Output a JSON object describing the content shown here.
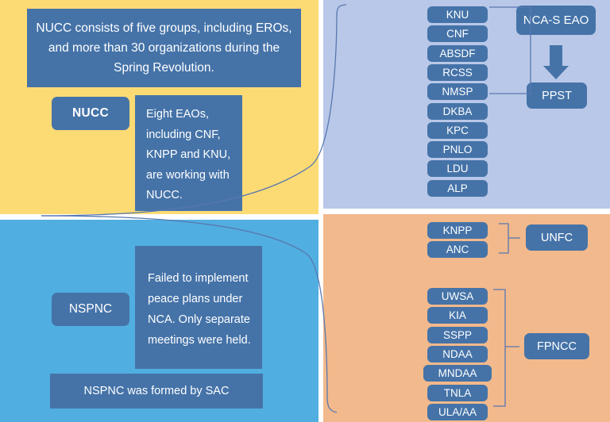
{
  "diagram": {
    "title_text_absent": "",
    "colors": {
      "box_blue": "#4573a8",
      "panel_yellow": "#fcdb75",
      "panel_light_blue": "#b9c8e8",
      "panel_blue": "#51aee0",
      "panel_orange": "#f2b98c",
      "connector_line": "#5878b0",
      "text_white": "#ffffff"
    },
    "panels": {
      "top_left": {
        "statement": "NUCC consists of five groups, including EROs, and more than 30 organizations during the Spring Revolution.",
        "label": "NUCC",
        "note": "Eight EAOs, including CNF, KNPP and KNU, are working with NUCC."
      },
      "bottom_left": {
        "label": "NSPNC",
        "statement": "Failed to implement peace plans under NCA. Only separate meetings were held.",
        "footer": "NSPNC was formed by SAC"
      },
      "top_right": {
        "orgs": [
          "KNU",
          "CNF",
          "ABSDF",
          "RCSS",
          "NMSP",
          "DKBA",
          "KPC",
          "PNLO",
          "LDU",
          "ALP"
        ],
        "group_top": "NCA-S EAO",
        "group_bottom": "PPST",
        "arrow": "down-arrow-icon"
      },
      "bottom_right": {
        "unfc_orgs": [
          "KNPP",
          "ANC"
        ],
        "unfc_label": "UNFC",
        "fpncc_orgs": [
          "UWSA",
          "KIA",
          "SSPP",
          "NDAA",
          "MNDAA",
          "TNLA",
          "ULA/AA"
        ],
        "fpncc_label": "FPNCC"
      }
    }
  }
}
